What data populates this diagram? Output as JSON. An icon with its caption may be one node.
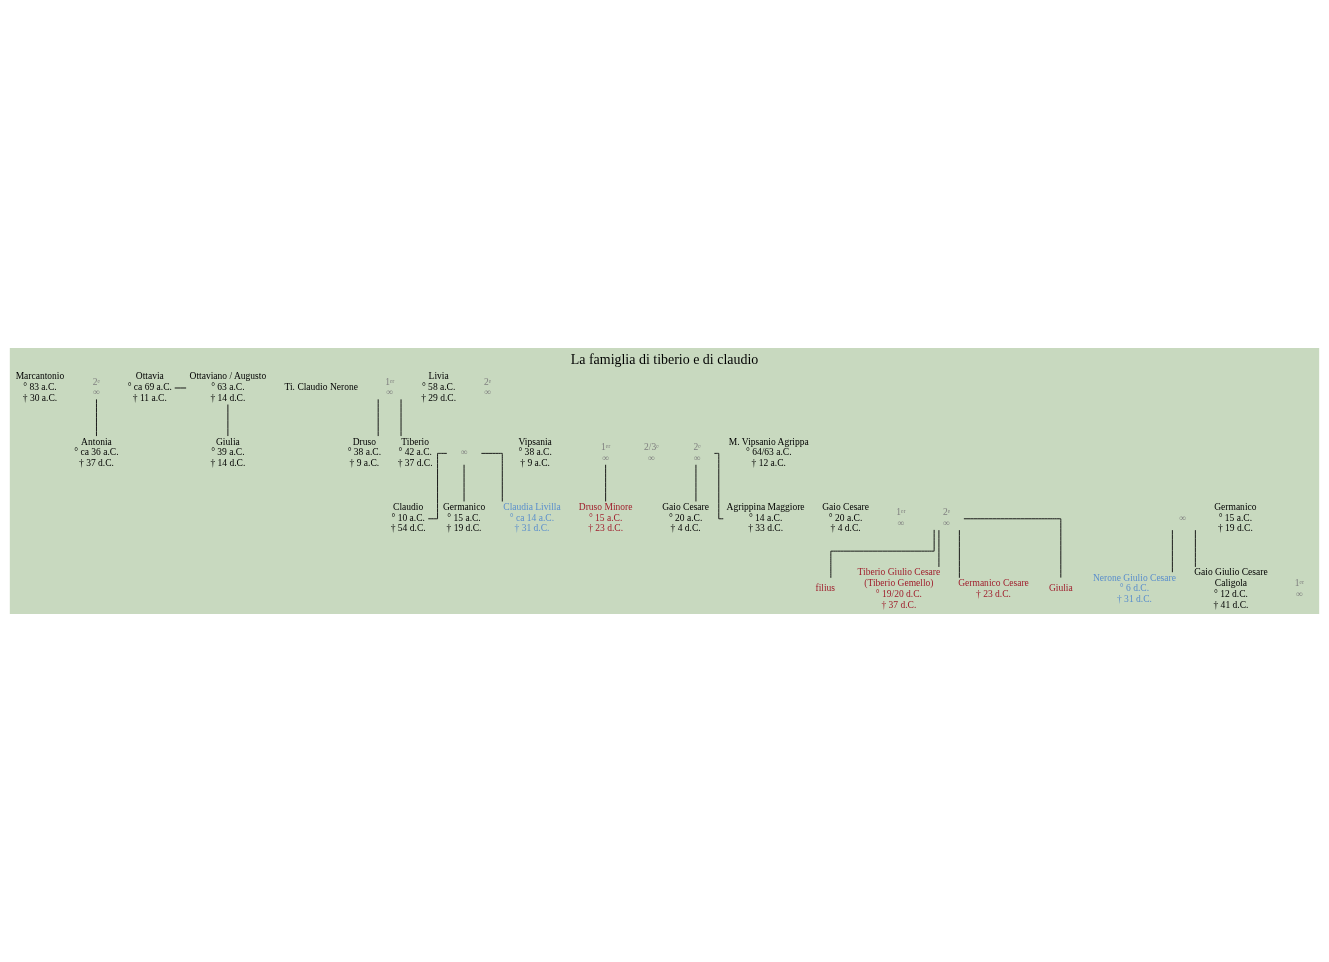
{
  "diagram": {
    "title": "La famiglia di tiberio e di claudio",
    "nodes": [
      {
        "text": [
          "Marcantonio",
          "° 83 a.C.",
          "† 30 a.C."
        ]
      },
      {
        "text": [
          "2ᵉ",
          "∞"
        ]
      },
      {
        "text": [
          "Ottavia",
          "° ca 69 a.C.",
          "† 11 a.C."
        ]
      },
      {
        "text": [
          "Ti. Claudio Nerone"
        ]
      },
      {
        "text": [
          "1ᵉʳ",
          "∞"
        ]
      },
      {
        "text": [
          "Livia",
          "° 58 a.C.",
          "† 29 d.C."
        ]
      },
      {
        "text": [
          "2ᵉ",
          "∞"
        ]
      },
      {
        "text": [
          "Ottaviano / Augusto",
          "° 63 a.C.",
          "† 14 d.C."
        ]
      },
      {
        "text": [
          "Antonia",
          "° ca 36 a.C.",
          "† 37 d.C."
        ]
      },
      {
        "text": [
          "∞"
        ]
      },
      {
        "text": [
          "Druso",
          "° 38 a.C.",
          "† 9 a.C."
        ]
      },
      {
        "text": [
          "Vipsania",
          "° 38 a.C.",
          "† 9 a.C."
        ]
      },
      {
        "text": [
          "1ᵉʳ",
          "∞"
        ]
      },
      {
        "text": [
          "Tiberio",
          "° 42 a.C.",
          "† 37 d.C."
        ]
      },
      {
        "text": [
          "2/3ᵉ",
          "∞"
        ]
      },
      {
        "text": [
          "Giulia",
          "° 39 a.C.",
          "† 14 d.C."
        ]
      },
      {
        "text": [
          "2ᵉ",
          "∞"
        ]
      },
      {
        "text": [
          "M. Vipsanio Agrippa",
          "° 64/63 a.C.",
          "† 12 a.C."
        ]
      },
      {
        "text": [
          "Claudio",
          "° 10 a.C.",
          "† 54 d.C."
        ]
      },
      {
        "text": [
          "Germanico",
          "° 15 a.C.",
          "† 19 d.C."
        ]
      },
      {
        "text": [
          "Gaio Cesare",
          "° 20 a.C.",
          "† 4 d.C."
        ]
      },
      {
        "text": [
          "1ᵉʳ",
          "∞"
        ]
      },
      {
        "text": [
          "Claudia Livilla",
          "° ca 14 a.C.",
          "† 31 d.C."
        ]
      },
      {
        "text": [
          "2ᵉ",
          "∞"
        ]
      },
      {
        "text": [
          "Druso Minore",
          "° 15 a.C.",
          "† 23 d.C."
        ]
      },
      {
        "text": [
          "Gaio Cesare",
          "° 20 a.C.",
          "† 4 d.C."
        ]
      },
      {
        "text": [
          "Agrippina Maggiore",
          "° 14 a.C.",
          "† 33 d.C."
        ]
      },
      {
        "text": [
          "∞"
        ]
      },
      {
        "text": [
          "Germanico",
          "° 15 a.C.",
          "† 19 d.C."
        ]
      },
      {
        "text": [
          "filius"
        ]
      },
      {
        "text": [
          "Tiberio Giulio Cesare",
          "(Tiberio Gemello)",
          "° 19/20 d.C.",
          "† 37 d.C."
        ]
      },
      {
        "text": [
          "Germanico Cesare",
          "† 23 d.C."
        ]
      },
      {
        "text": [
          "Giulia"
        ]
      },
      {
        "text": [
          "1ᵉʳ",
          "∞"
        ]
      },
      {
        "text": [
          "Nerone Giulio Cesare",
          "° 6 d.C.",
          "† 31 d.C."
        ]
      },
      {
        "text": [
          "Gaio Giulio Cesare",
          "Caligola",
          "° 12 d.C.",
          "† 41 d.C."
        ]
      }
    ],
    "edges": [
      {
        "from": 2,
        "to": 7,
        "arrow": "none"
      },
      {
        "from": 1,
        "to": 8,
        "arrow": "none"
      },
      {
        "from": 4,
        "to": 10,
        "arrow": "none"
      },
      {
        "from": 4,
        "to": 13,
        "arrow": "none"
      },
      {
        "from": 7,
        "to": 15,
        "arrow": "none"
      },
      {
        "from": 9,
        "to": 18,
        "arrow": "none"
      },
      {
        "from": 9,
        "to": 19,
        "arrow": "none"
      },
      {
        "from": 9,
        "to": 22,
        "arrow": "none"
      },
      {
        "from": 12,
        "to": 24,
        "arrow": "none"
      },
      {
        "from": 16,
        "to": 25,
        "arrow": "none"
      },
      {
        "from": 16,
        "to": 26,
        "arrow": "none"
      },
      {
        "from": 23,
        "to": 29,
        "arrow": "none"
      },
      {
        "from": 23,
        "to": 30,
        "arrow": "none"
      },
      {
        "from": 23,
        "to": 31,
        "arrow": "none"
      },
      {
        "from": 23,
        "to": 32,
        "arrow": "none"
      },
      {
        "from": 27,
        "to": 34,
        "arrow": "none"
      },
      {
        "from": 27,
        "to": 35,
        "arrow": "none"
      }
    ]
  }
}
